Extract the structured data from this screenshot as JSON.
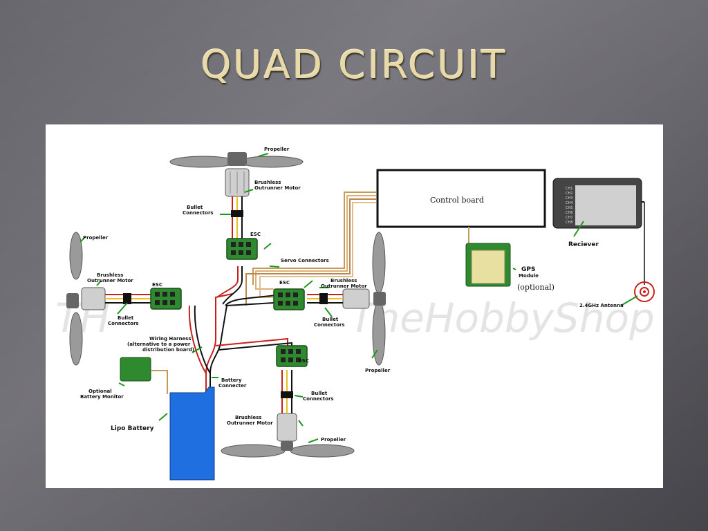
{
  "slide": {
    "title": "QUAD CIRCUIT"
  },
  "diagram": {
    "watermark": "TheHobbyShop",
    "control_board": "Control board",
    "gps_title": "GPS",
    "gps_sub": "Module",
    "gps_optional": "(optional)",
    "receiver": "Reciever",
    "antenna": "2.4GHz Antenna",
    "propeller": "Propeller",
    "motor_line1": "Brushless",
    "motor_line2": "Outrunner Motor",
    "bullet_line1": "Bullet",
    "bullet_line2": "Connectors",
    "esc": "ESC",
    "servo_connectors": "Servo Connectors",
    "harness_line1": "Wiring Harness",
    "harness_line2": "(alternative to a power",
    "harness_line3": "distribution board)",
    "battery_conn_line1": "Battery",
    "battery_conn_line2": "Connecter",
    "monitor_line1": "Optional",
    "monitor_line2": "Battery Monitor",
    "lipo": "Lipo Battery",
    "receiver_channels": [
      "CH1",
      "CH2",
      "CH3",
      "CH4",
      "CH5",
      "CH6",
      "CH7",
      "CH8"
    ]
  }
}
